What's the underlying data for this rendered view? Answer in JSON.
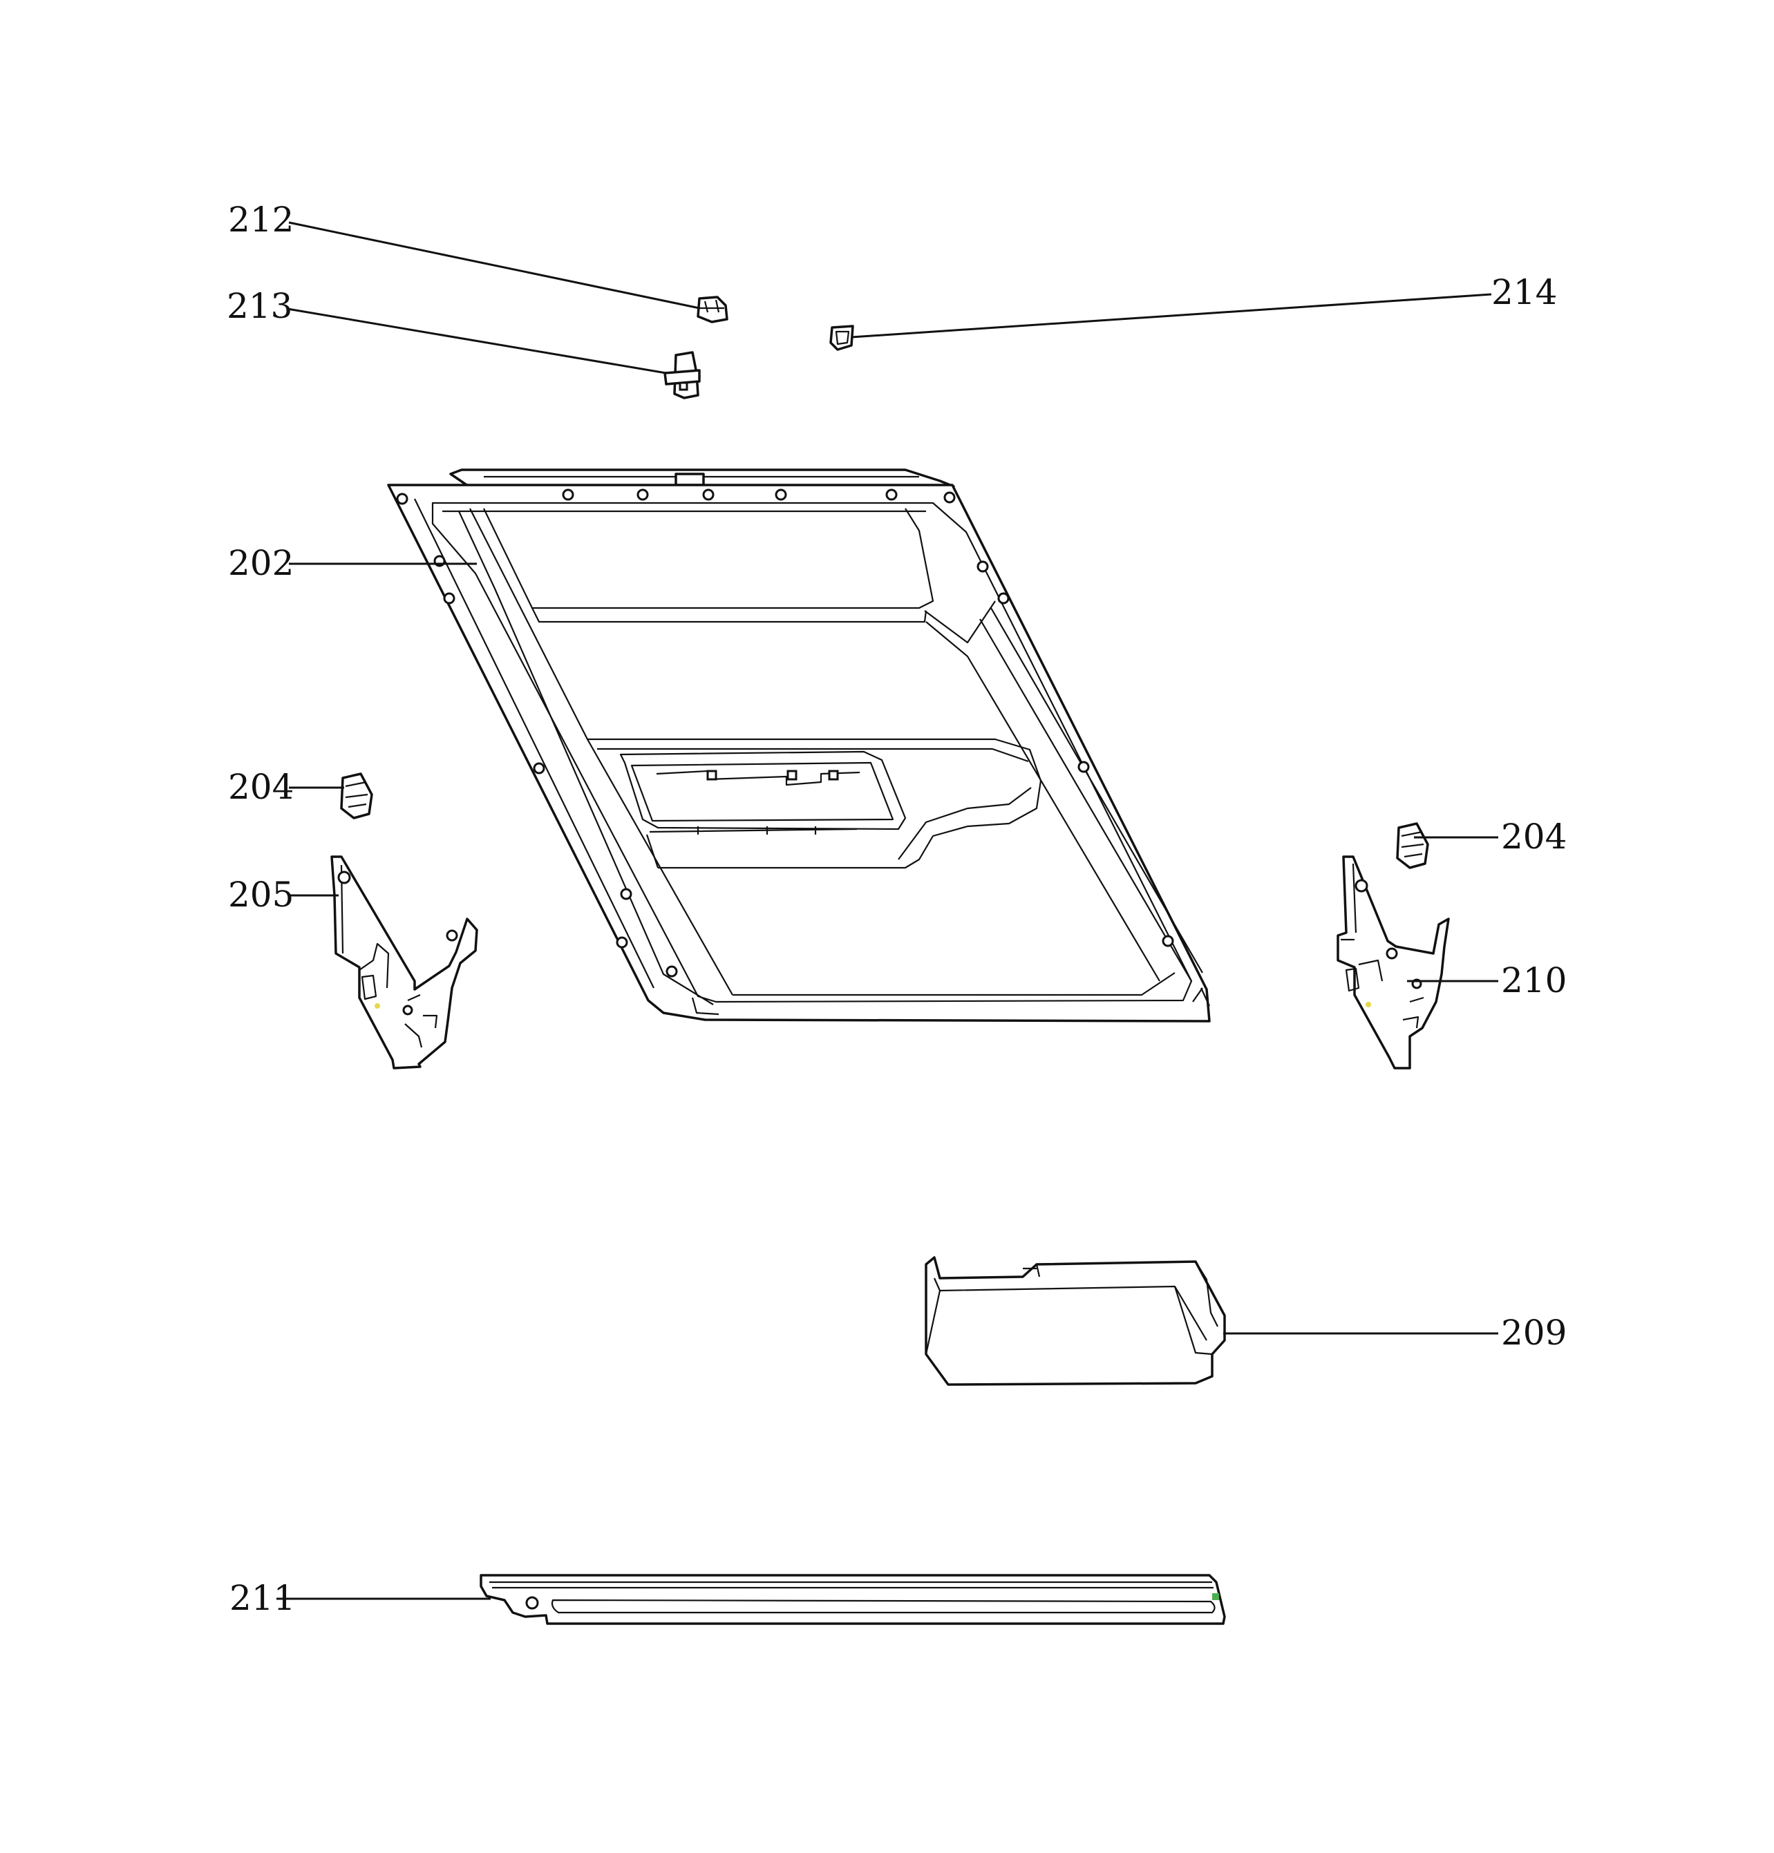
{
  "diagram": {
    "labels": {
      "p212": "212",
      "p213": "213",
      "p214": "214",
      "p202": "202",
      "p204_left": "204",
      "p204_right": "204",
      "p205": "205",
      "p210": "210",
      "p209": "209",
      "p211": "211"
    },
    "colors": {
      "line": "#111111",
      "marker_yellow": "#e6d84a",
      "marker_green": "#4caf50"
    }
  }
}
